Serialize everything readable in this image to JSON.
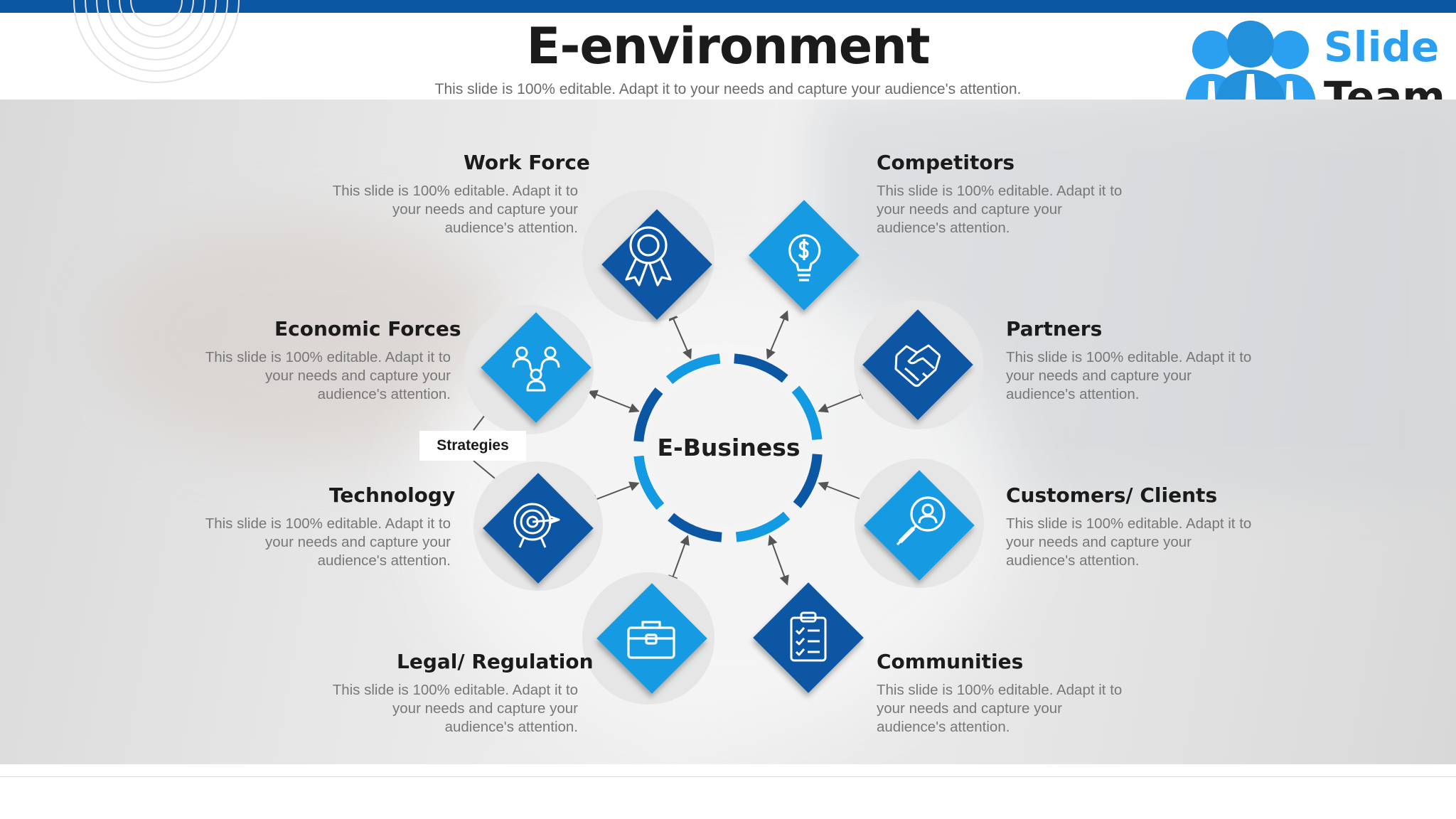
{
  "header": {
    "title": "E-environment",
    "subtitle": "This slide is 100% editable. Adapt it to your needs and capture your audience's attention."
  },
  "logo": {
    "line1": "Slide",
    "line2": "Team"
  },
  "center": {
    "label": "E-Business"
  },
  "strategies_label": "Strategies",
  "colors": {
    "dark_blue": "#0b57a4",
    "light_blue": "#129be3",
    "brand_blue": "#2ba0f0"
  },
  "nodes": [
    {
      "title": "Work Force",
      "desc": [
        "This slide is 100% editable. Adapt it to",
        "your needs and capture your",
        "audience's attention."
      ],
      "icon": "award-ribbon-icon",
      "color": "dark"
    },
    {
      "title": "Competitors",
      "desc": [
        "This slide is 100% editable. Adapt it to",
        "your needs and capture your",
        "audience's attention."
      ],
      "icon": "lightbulb-dollar-icon",
      "color": "light"
    },
    {
      "title": "Economic Forces",
      "desc": [
        "This slide is 100% editable. Adapt it to",
        "your needs and capture your",
        "audience's attention."
      ],
      "icon": "people-network-icon",
      "color": "light"
    },
    {
      "title": "Partners",
      "desc": [
        "This slide is 100% editable. Adapt it to",
        "your needs and capture your",
        "audience's attention."
      ],
      "icon": "handshake-icon",
      "color": "dark"
    },
    {
      "title": "Technology",
      "desc": [
        "This slide is 100% editable. Adapt it to",
        "your needs and capture your",
        "audience's attention."
      ],
      "icon": "target-arrow-icon",
      "color": "dark"
    },
    {
      "title": "Customers/ Clients",
      "desc": [
        "This slide is 100% editable. Adapt it to",
        "your needs and capture your",
        "audience's attention."
      ],
      "icon": "user-search-icon",
      "color": "light"
    },
    {
      "title": "Legal/ Regulation",
      "desc": [
        "This slide is 100% editable. Adapt it to",
        "your needs and capture your",
        "audience's attention."
      ],
      "icon": "briefcase-icon",
      "color": "light"
    },
    {
      "title": "Communities",
      "desc": [
        "This slide is 100% editable. Adapt it to",
        "your needs and capture your",
        "audience's attention."
      ],
      "icon": "checklist-clipboard-icon",
      "color": "dark"
    }
  ]
}
